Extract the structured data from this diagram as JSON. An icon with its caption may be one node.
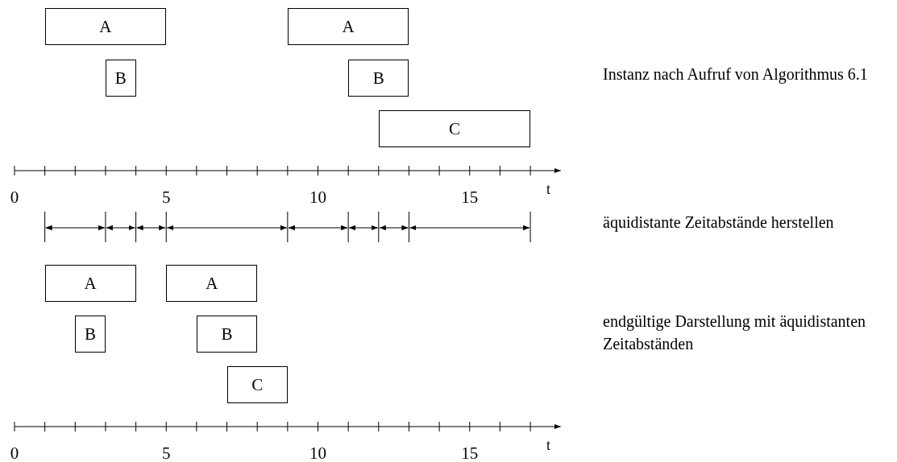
{
  "diagram": {
    "nodes": [
      {
        "text": [
          "A"
        ]
      },
      {
        "text": [
          "A"
        ]
      },
      {
        "text": [
          "B"
        ]
      },
      {
        "text": [
          "B"
        ]
      },
      {
        "text": [
          "C"
        ]
      },
      {
        "text": [
          "A"
        ]
      },
      {
        "text": [
          "A"
        ]
      },
      {
        "text": [
          "B"
        ]
      },
      {
        "text": [
          "B"
        ]
      },
      {
        "text": [
          "C"
        ]
      }
    ],
    "labels": [
      "Instanz nach Aufruf von Algorithmus 6.1",
      "0",
      "5",
      "10",
      "15",
      "t",
      "äquidistante Zeitabstände herstellen",
      "endgültige Darstellung mit äquidistanten Zeitabständen",
      "0",
      "5",
      "10",
      "15",
      "t"
    ]
  }
}
